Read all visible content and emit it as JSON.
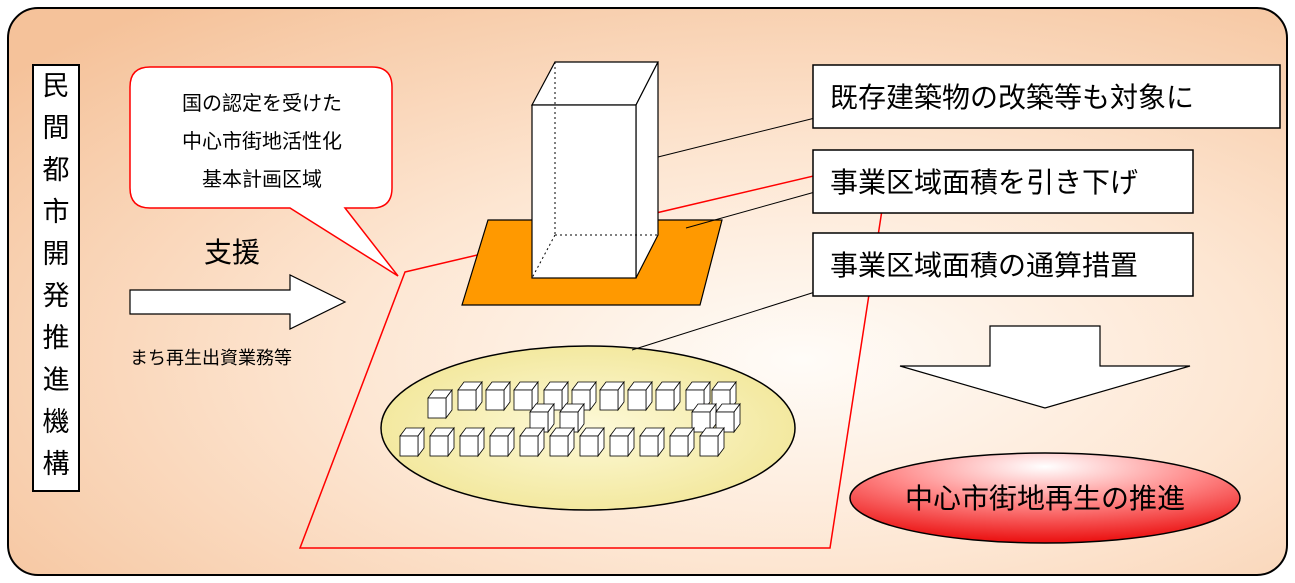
{
  "organization": {
    "name": "民間都市開発推進機構",
    "chars": [
      "民",
      "間",
      "都",
      "市",
      "開",
      "発",
      "推",
      "進",
      "機",
      "構"
    ]
  },
  "bubble": {
    "lines": [
      "国の認定を受けた",
      "中心市街地活性化",
      "基本計画区域"
    ]
  },
  "support": {
    "label": "支援",
    "sublabel": "まち再生出資業務等"
  },
  "callouts": [
    "既存建築物の改築等も対象に",
    "事業区域面積を引き下げ",
    "事業区域面積の通算措置"
  ],
  "result": {
    "label": "中心市街地再生の推進"
  },
  "colors": {
    "panel_border": "#000000",
    "panel_light": "#fffaf5",
    "panel_dark": "#f7c9a0",
    "red_line": "#ff0000",
    "orange_base": "#ff9900",
    "ellipse_fill": "#f7f0a8",
    "result_red": "#ee0000"
  }
}
